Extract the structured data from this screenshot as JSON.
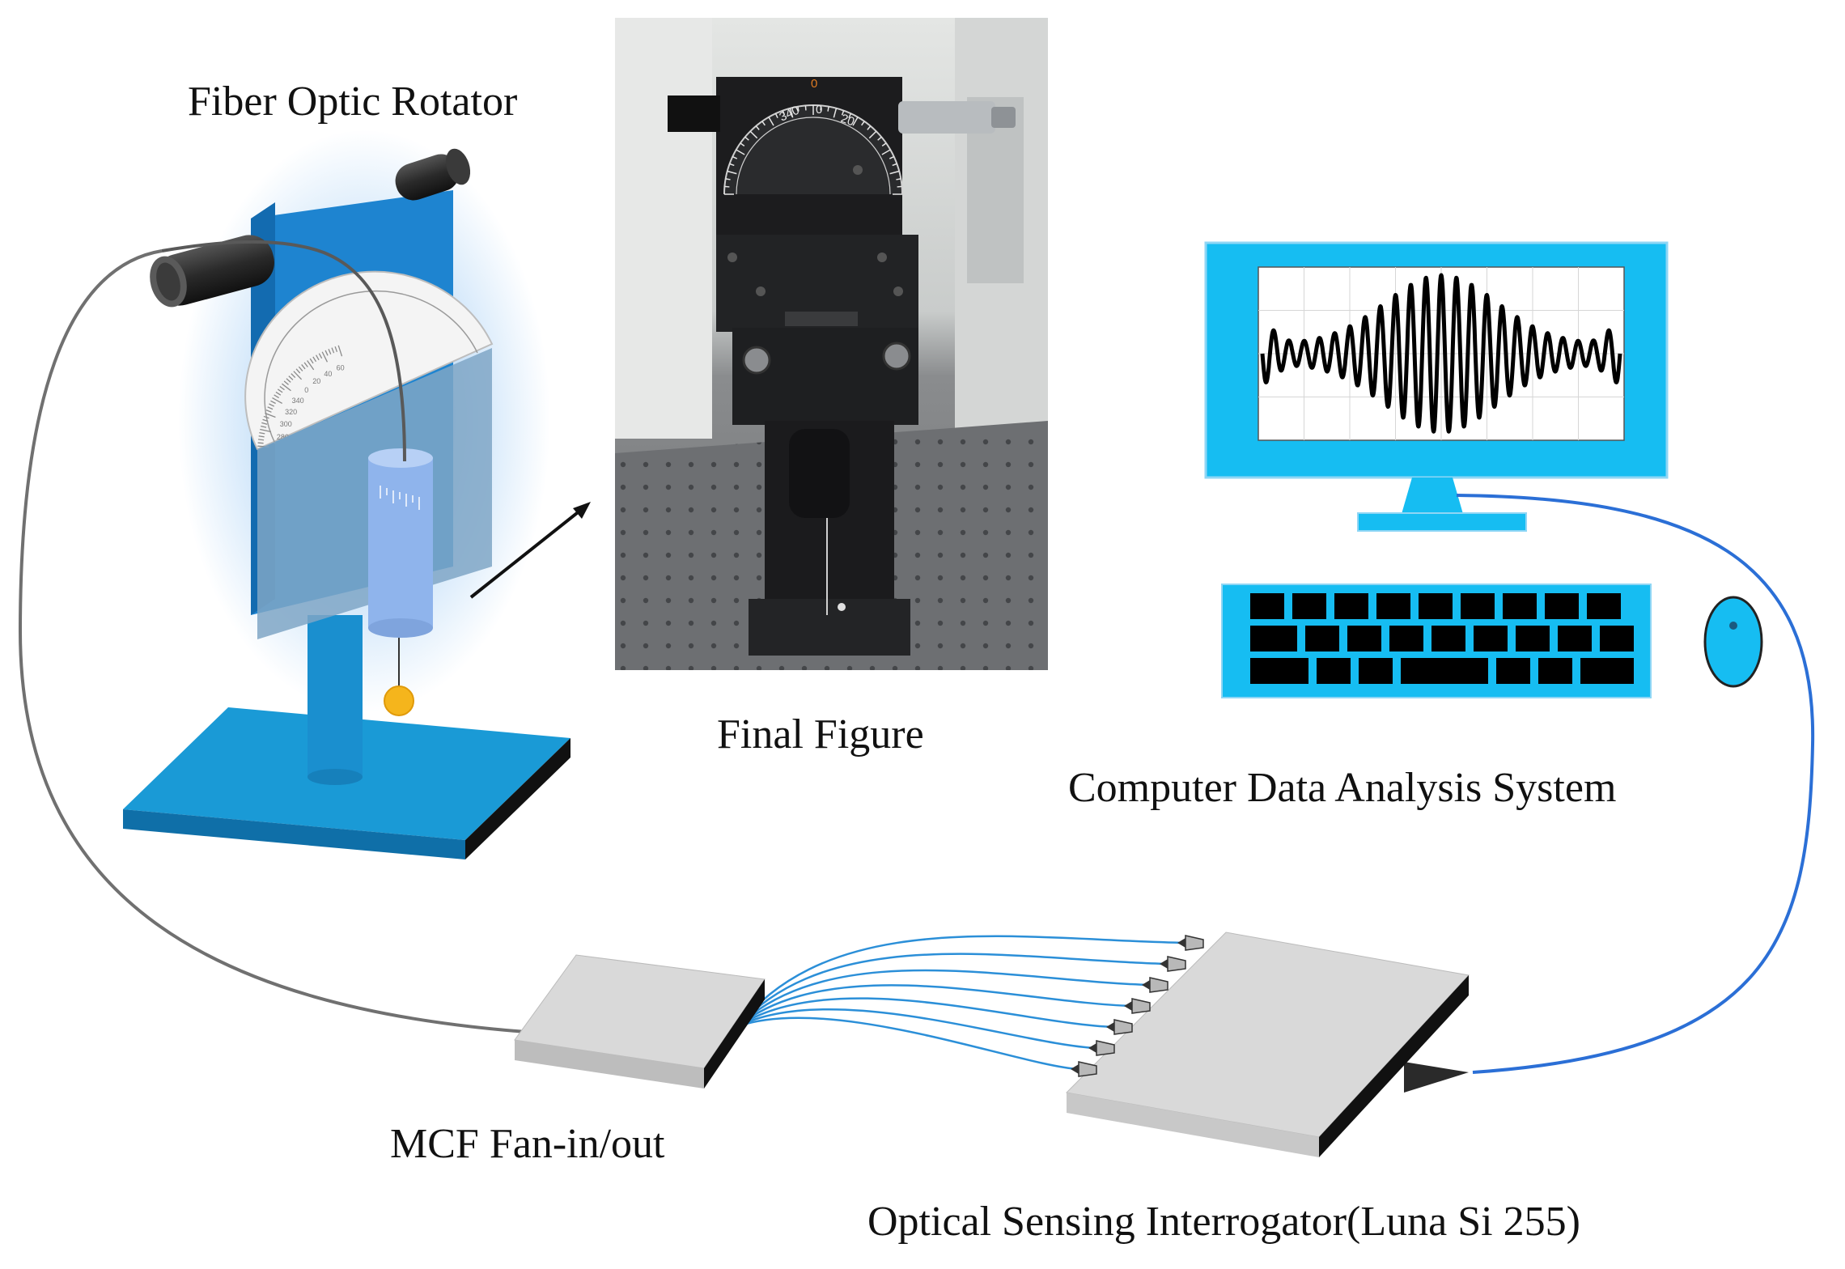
{
  "labels": {
    "rotator": "Fiber Optic Rotator",
    "photo": "Final Figure",
    "computer": "Computer Data Analysis System",
    "fan": "MCF Fan-in/out",
    "interrogator": "Optical Sensing Interrogator(Luna Si 255)"
  },
  "protractor_ticks": [
    "280",
    "300",
    "320",
    "340",
    "0",
    "20",
    "40",
    "60"
  ],
  "colors": {
    "stand_blue": "#1a9ad6",
    "screen_cyan": "#16bdf2",
    "fiber_blue": "#2b8fd8",
    "fiber_gray": "#707070",
    "device_gray": "#d9d9d9",
    "photo_dark": "#1c1c1e",
    "bob_yellow": "#f5b51c"
  }
}
